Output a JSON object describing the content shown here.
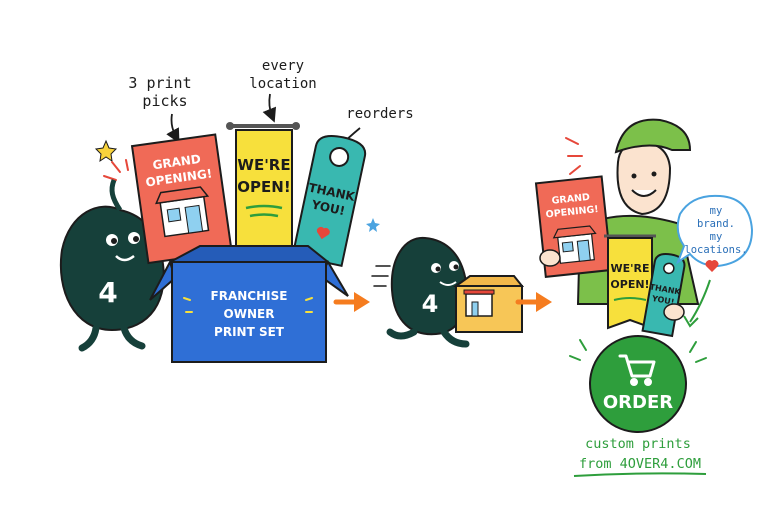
{
  "annotations": {
    "print_picks": [
      "3 print",
      "picks"
    ],
    "every_location": [
      "every",
      "location"
    ],
    "reorders": "reorders"
  },
  "mascot": {
    "number": "4"
  },
  "flyer": {
    "lines": [
      "GRAND",
      "OPENING!"
    ]
  },
  "banner": {
    "lines": [
      "WE'RE",
      "OPEN!"
    ]
  },
  "door_hanger": {
    "lines": [
      "THANK",
      "YOU!"
    ]
  },
  "box": {
    "lines": [
      "FRANCHISE",
      "OWNER",
      "PRINT SET"
    ]
  },
  "speech_bubble": {
    "lines": [
      "my",
      "brand.",
      "my",
      "locations."
    ]
  },
  "order_button": {
    "label": "ORDER"
  },
  "tagline": [
    "custom prints",
    "from 4OVER4.COM"
  ],
  "colors": {
    "ink": "#1c1c1c",
    "mascot": "#16403a",
    "flyer": "#f06a57",
    "banner": "#f7e03c",
    "hanger": "#39b8b0",
    "box": "#2f6fd6",
    "arrow": "#f57c1f",
    "order": "#2e9e3c",
    "tagline": "#2e9e3c"
  },
  "icons": [
    "star-icon",
    "sparkle-icon",
    "cart-icon",
    "heart-icon",
    "storefront-icon"
  ]
}
